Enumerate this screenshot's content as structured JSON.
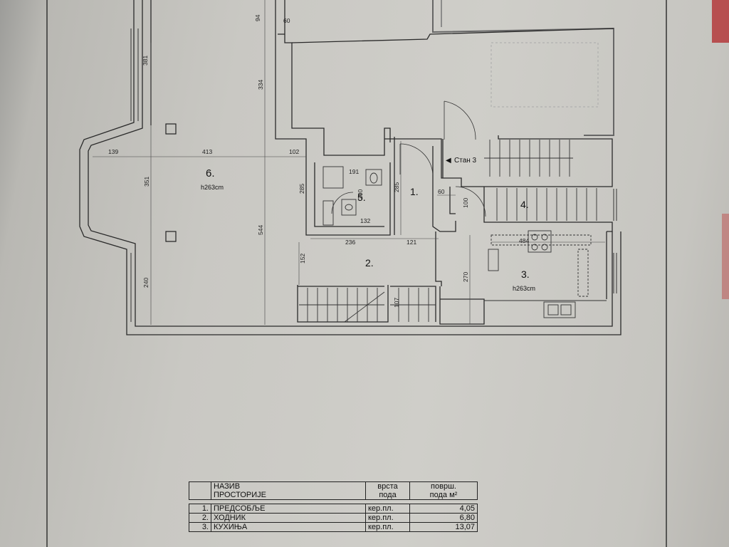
{
  "rooms": [
    {
      "number": "6.",
      "height": "h263cm"
    },
    {
      "number": "5."
    },
    {
      "number": "1."
    },
    {
      "number": "2."
    },
    {
      "number": "4."
    },
    {
      "number": "3.",
      "height": "h263cm"
    }
  ],
  "stair_label": "Стан 3",
  "dimensions": [
    "94",
    "60",
    "381",
    "334",
    "139",
    "413",
    "102",
    "285",
    "351",
    "544",
    "240",
    "152",
    "191",
    "200",
    "132",
    "285",
    "60",
    "100",
    "236",
    "121",
    "484",
    "270",
    "107"
  ],
  "legend": {
    "header": {
      "name_line1": "НАЗИВ",
      "name_line2": "ПРОСТОРИЈЕ",
      "type_line1": "врста",
      "type_line2": "пода",
      "area_line1": "површ.",
      "area_line2": "пода м²"
    },
    "rows": [
      {
        "num": "1.",
        "name": "ПРЕДСОБЉЕ",
        "floor": "кер.пл.",
        "area": "4,05"
      },
      {
        "num": "2.",
        "name": "ХОДНИК",
        "floor": "кер.пл.",
        "area": "6,80"
      },
      {
        "num": "3.",
        "name": "КУХИЊА",
        "floor": "кер.пл.",
        "area": "13,07"
      }
    ]
  }
}
